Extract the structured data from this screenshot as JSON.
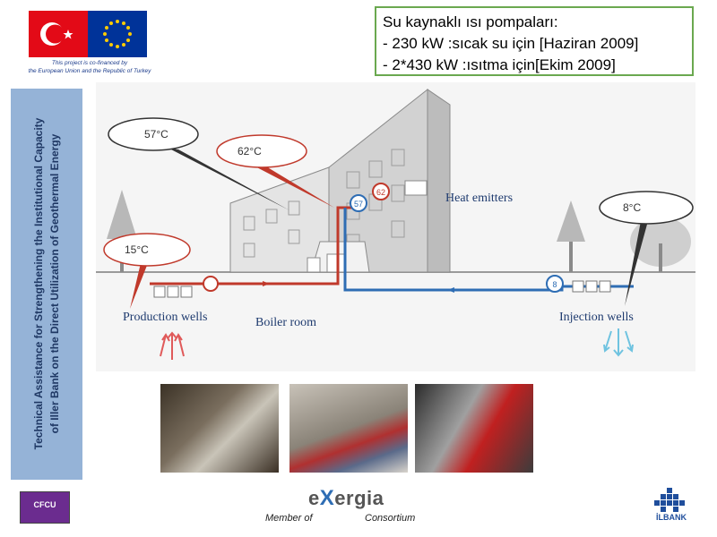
{
  "info_box": {
    "line1": "Su kaynaklı ısı pompaları:",
    "line2": "- 230 kW :sıcak su için [Haziran 2009]",
    "line3": "- 2*430 kW :ısıtma için[Ekim 2009]"
  },
  "cofinance": {
    "line1": "This project is co-financed by",
    "line2": "the European Union and the Republic of Turkey"
  },
  "sidebar": {
    "line1": "Technical Assistance for Strengthening the Institutional Capacity",
    "line2": "of Iller Bank on the Direct Utilization of Geothermal Energy"
  },
  "diagram": {
    "labels": {
      "heat_emitters": "Heat emitters",
      "production_wells": "Production wells",
      "boiler_room": "Boiler room",
      "injection_wells": "Injection wells"
    },
    "bubbles": {
      "t57": "57°C",
      "t62": "62°C",
      "t15": "15°C",
      "t8": "8°C"
    },
    "markers": {
      "m57": "57",
      "m62": "62",
      "m8": "8"
    },
    "colors": {
      "hot": "#c0392b",
      "cold": "#2e6db4",
      "bubble_gray": "#333333"
    }
  },
  "footer": {
    "cfcu": "CFCU",
    "exergia_prefix": "e",
    "exergia_x": "X",
    "exergia_suffix": "ergia",
    "member_of": "Member of",
    "consortium": "Consortium",
    "ilbank": "İLBANK"
  }
}
